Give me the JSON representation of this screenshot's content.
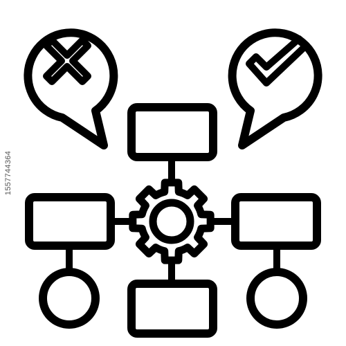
{
  "colors": {
    "stroke": "#000000",
    "background": "#ffffff",
    "inner_fill": "#ffffff",
    "side_text": "#555555"
  },
  "icons": {
    "reject_bubble": "speech-bubble-icon",
    "reject_mark": "cross-icon",
    "approve_bubble": "speech-bubble-icon",
    "approve_mark": "checkmark-icon",
    "center": "gear-icon",
    "nodes": "rectangle-node",
    "terminals": "circle-node"
  },
  "side_text": "1557744364"
}
